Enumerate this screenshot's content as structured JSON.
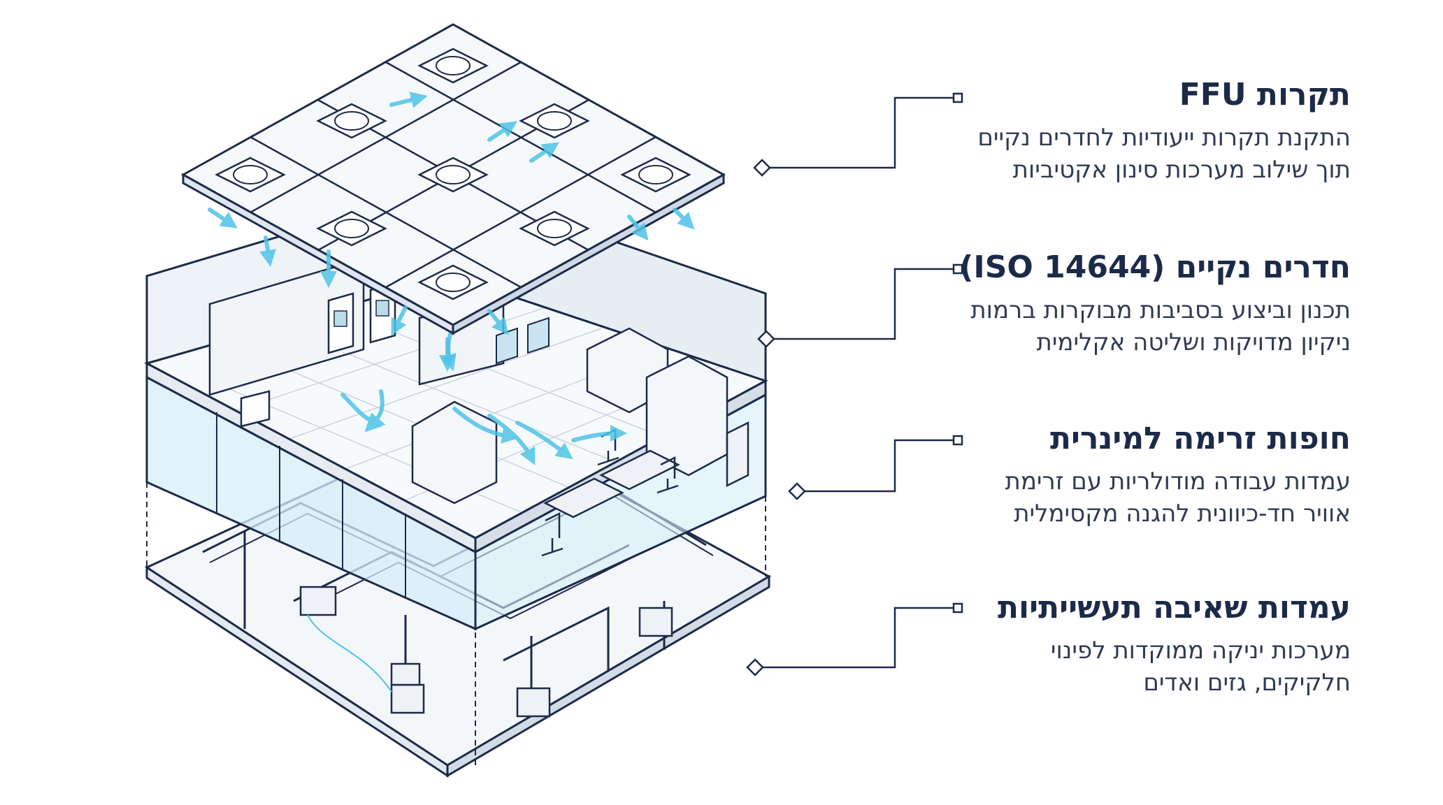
{
  "colors": {
    "ink": "#1c2a4a",
    "text": "#2f3b52",
    "airflow": "#4fc3e8",
    "glass": "#d6eef8"
  },
  "icons": [
    "fan-filter-unit-icon",
    "airflow-arrow-icon",
    "door-icon",
    "chair-icon",
    "duct-icon",
    "diamond-marker-icon",
    "square-marker-icon"
  ],
  "callouts": [
    {
      "title": "תקרות FFU",
      "lines": [
        "התקנת תקרות ייעודיות לחדרים נקיים",
        "תוך שילוב מערכות סינון אקטיביות"
      ]
    },
    {
      "title": "חדרים נקיים (ISO 14644)",
      "lines": [
        "תכנון וביצוע בסביבות מבוקרות ברמות",
        "ניקיון מדויקות ושליטה אקלימית"
      ]
    },
    {
      "title": "חופות זרימה למינרית",
      "lines": [
        "עמדות עבודה מודולריות עם זרימת",
        "אוויר חד-כיוונית להגנה מקסימלית"
      ]
    },
    {
      "title": "עמדות שאיבה תעשייתיות",
      "lines": [
        "מערכות יניקה ממוקדות לפינוי",
        "חלקיקים, גזים ואדים"
      ]
    }
  ]
}
